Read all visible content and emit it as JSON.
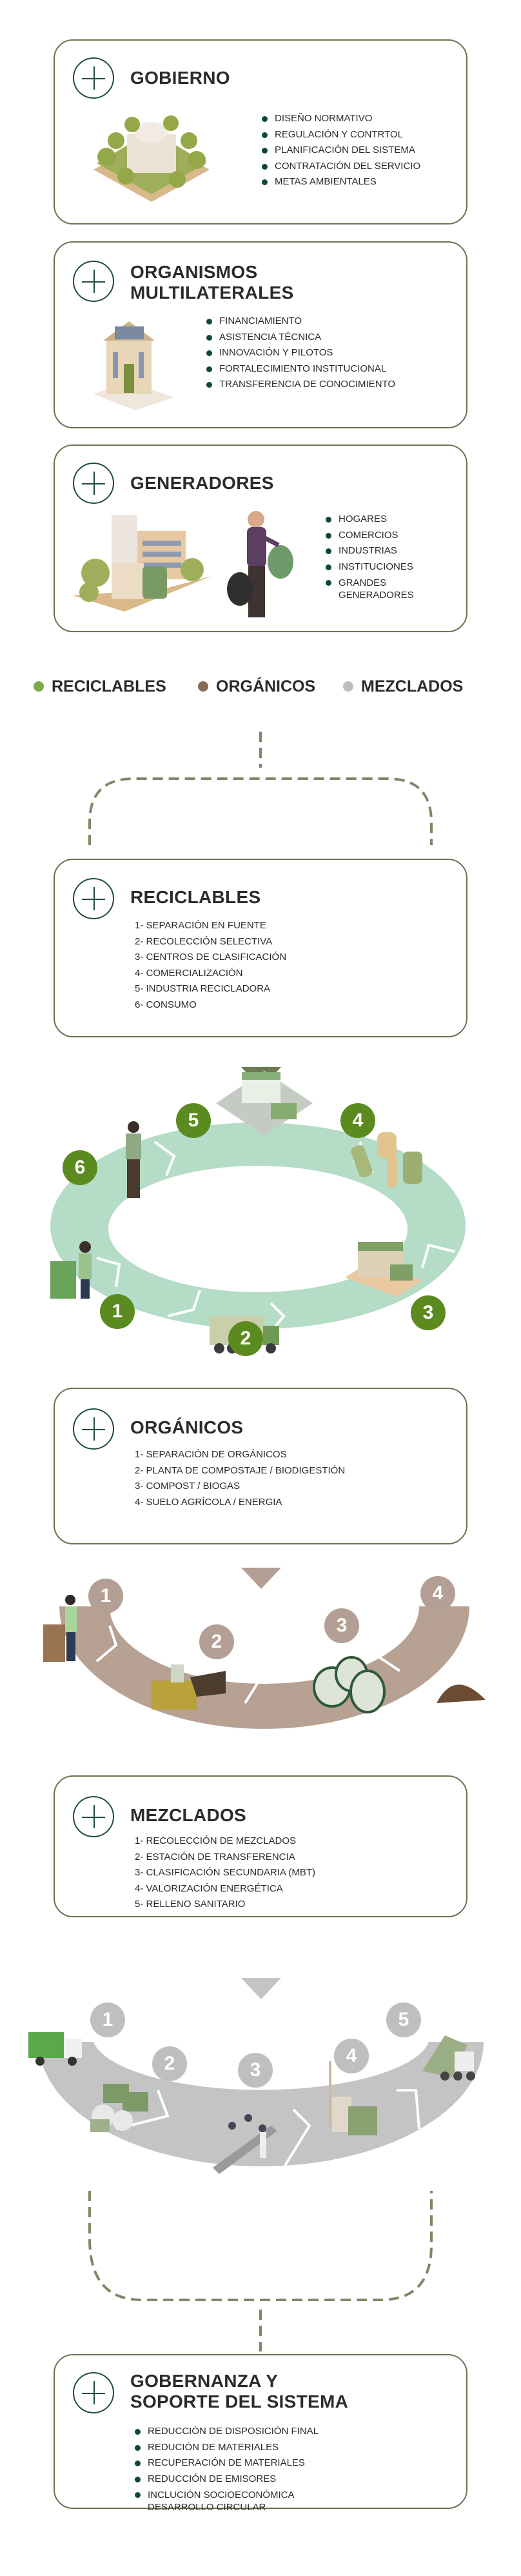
{
  "colors": {
    "card_border": "#6b7252",
    "accent": "#1f4d3a",
    "recycle_green": "#5b8a1f",
    "organic_brown": "#b39f93",
    "mixed_grey": "#bfbfbf"
  },
  "actors": [
    {
      "title": "GOBIERNO",
      "items": [
        "DISEÑO NORMATIVO",
        "REGULACIÓN Y CONTRTOL",
        "PLANIFICACIÓN DEL SISTEMA",
        "CONTRATACIÓN DEL SERVICIO",
        "METAS AMBIENTALES"
      ]
    },
    {
      "title_lines": [
        "ORGANISMOS",
        "MULTILATERALES"
      ],
      "items": [
        "FINANCIAMIENTO",
        "ASISTENCIA TÉCNICA",
        "INNOVACIÓN Y PILOTOS",
        "FORTALECIMIENTO INSTITUCIONAL",
        "TRANSFERENCIA DE CONOCIMIENTO"
      ]
    },
    {
      "title": "GENERADORES",
      "items": [
        "HOGARES",
        "COMERCIOS",
        "INDUSTRIAS",
        "INSTITUCIONES"
      ],
      "last_item_lines": [
        "GRANDES",
        "GENERADORES"
      ]
    }
  ],
  "legend": [
    {
      "label": "RECICLABLES",
      "color": "#7aa84a"
    },
    {
      "label": "ORGÁNICOS",
      "color": "#8b6a55"
    },
    {
      "label": "MEZCLADOS",
      "color": "#bdbdbd"
    }
  ],
  "streams": [
    {
      "title": "RECICLABLES",
      "steps": [
        "1- SEPARACIÓN EN FUENTE",
        "2- RECOLECCIÓN SELECTIVA",
        "3- CENTROS DE CLASIFICACIÓN",
        "4- COMERCIALIZACIÓN",
        "5- INDUSTRIA RECICLADORA",
        "6- CONSUMO"
      ],
      "numbers": [
        "1",
        "2",
        "3",
        "4",
        "5",
        "6"
      ]
    },
    {
      "title": "ORGÁNICOS",
      "steps": [
        "1- SEPARACIÓN DE ORGÁNICOS",
        "2- PLANTA DE COMPOSTAJE / BIODIGESTIÓN",
        "3- COMPOST / BIOGAS",
        "4- SUELO AGRÍCOLA / ENERGIA"
      ],
      "numbers": [
        "1",
        "2",
        "3",
        "4"
      ]
    },
    {
      "title": "MEZCLADOS",
      "steps": [
        "1- RECOLECCIÓN DE MEZCLADOS",
        "2- ESTACIÓN DE TRANSFERENCIA",
        "3- CLASIFICACIÓN SECUNDARIA (MBT)",
        "4- VALORIZACIÓN ENERGÉTICA",
        "5- RELLENO SANITARIO"
      ],
      "numbers": [
        "1",
        "2",
        "3",
        "4",
        "5"
      ]
    }
  ],
  "governance": {
    "title_lines": [
      "GOBERNANZA Y",
      "SOPORTE DEL SISTEMA"
    ],
    "items": [
      "REDUCCIÓN DE DISPOSICIÓN FINAL",
      "REDUCIÓN DE MATERIALES",
      "RECUPERACIÓN DE MATERIALES",
      "REDUCCIÓN DE EMISORES"
    ],
    "last_item_lines": [
      "INCLUCIÓN SOCIOECONÓMICA",
      "DESARROLLO CIRCULAR"
    ]
  }
}
